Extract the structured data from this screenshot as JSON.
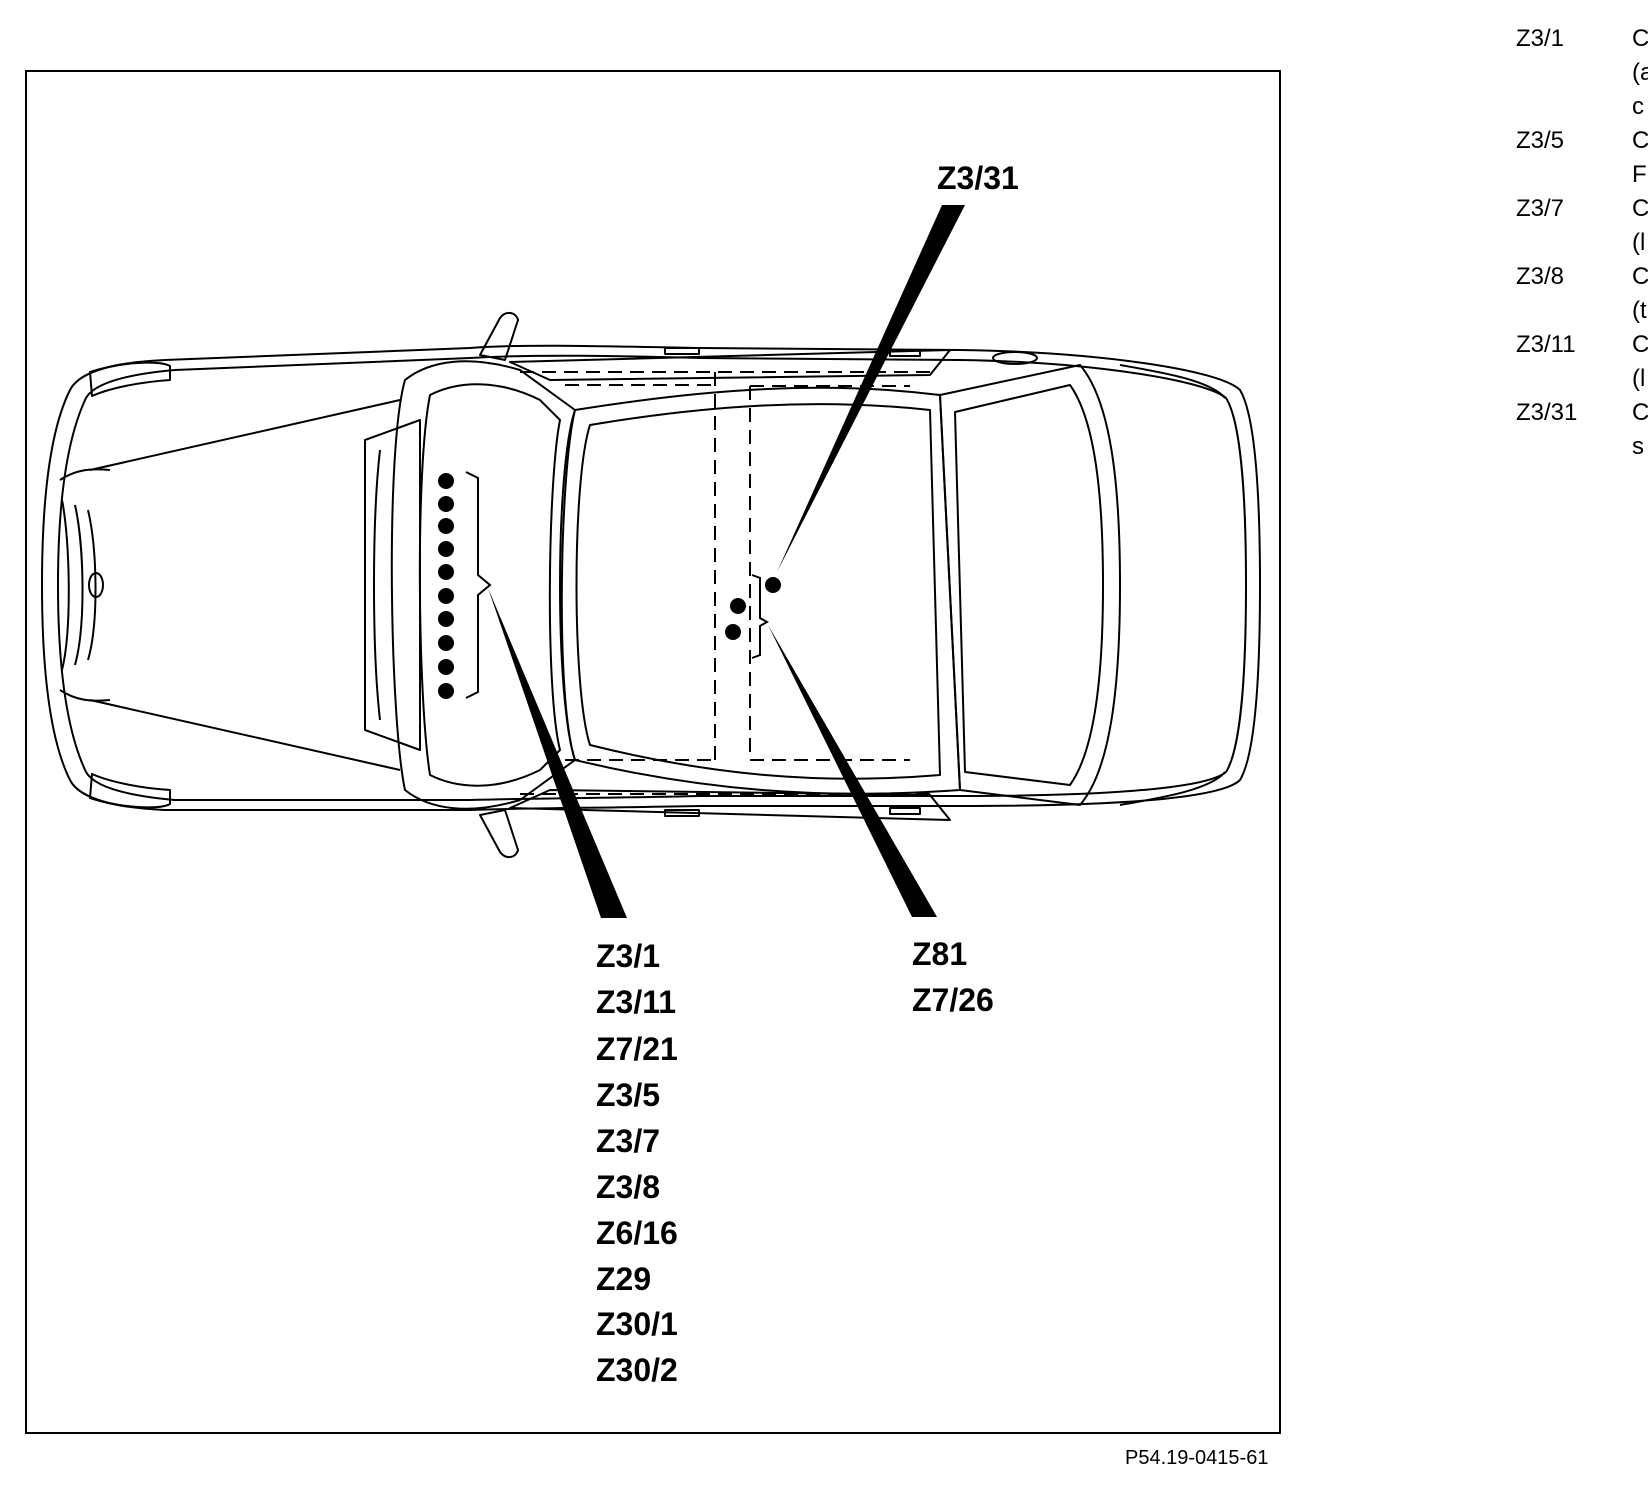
{
  "callouts": {
    "top": "Z3/31",
    "left_group": [
      "Z3/1",
      "Z3/11",
      "Z7/21",
      "Z3/5",
      "Z3/7",
      "Z3/8",
      "Z6/16",
      "Z29",
      "Z30/1",
      "Z30/2"
    ],
    "right_group": [
      "Z81",
      "Z7/26"
    ]
  },
  "figure_id": "P54.19-0415-61",
  "legend": [
    {
      "code": "Z3/1",
      "desc": "C\n(a\nc"
    },
    {
      "code": "Z3/5",
      "desc": "C\nF"
    },
    {
      "code": "Z3/7",
      "desc": "C\n(l"
    },
    {
      "code": "Z3/8",
      "desc": "C\n(t"
    },
    {
      "code": "Z3/11",
      "desc": "C\n(l"
    },
    {
      "code": "Z3/31",
      "desc": "C\ns"
    }
  ]
}
